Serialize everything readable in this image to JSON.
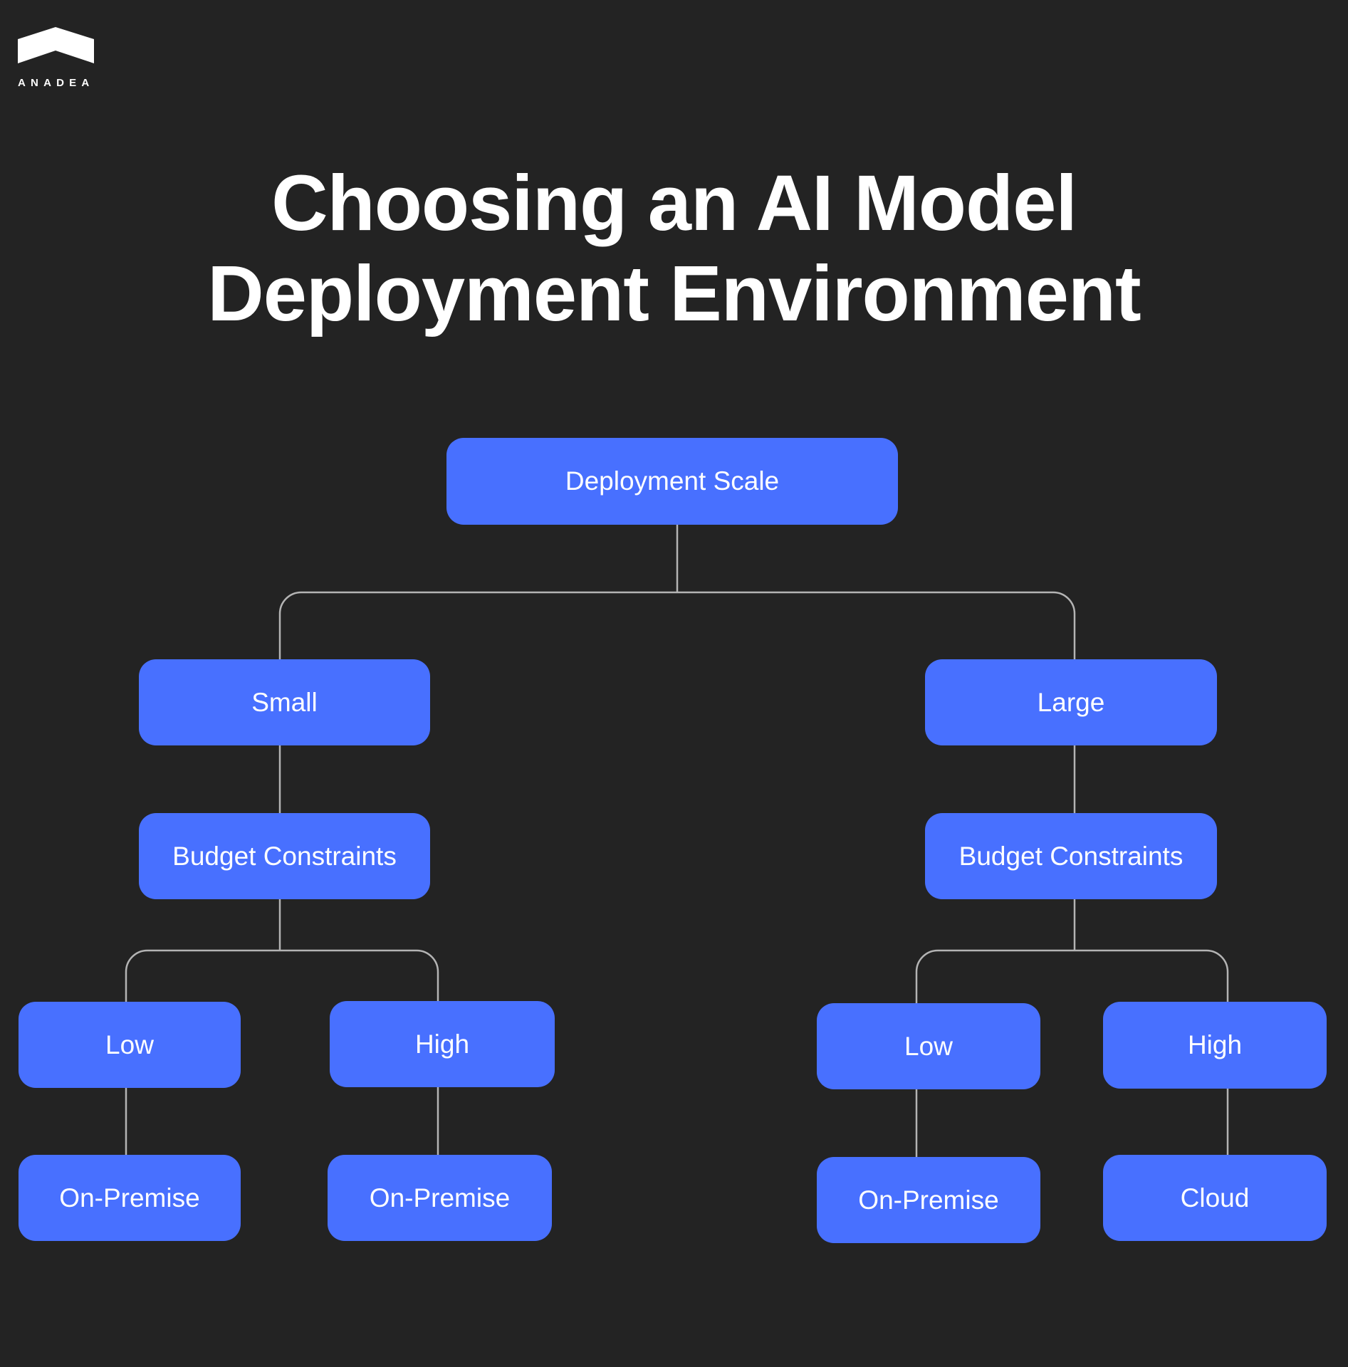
{
  "brand": {
    "name": "ANADEA",
    "logo_icon": "anadea-chevron-logo",
    "colors": {
      "background": "#232323",
      "node": "#4870FF",
      "connector": "#B4B4B4",
      "text": "#FFFFFF"
    }
  },
  "title": {
    "line1": "Choosing an AI Model",
    "line2": "Deployment Environment"
  },
  "tree": {
    "root": {
      "label": "Deployment Scale"
    },
    "small": {
      "label": "Small",
      "budget": {
        "label": "Budget Constraints"
      },
      "low": {
        "label": "Low",
        "result": "On-Premise"
      },
      "high": {
        "label": "High",
        "result": "On-Premise"
      }
    },
    "large": {
      "label": "Large",
      "budget": {
        "label": "Budget Constraints"
      },
      "low": {
        "label": "Low",
        "result": "On-Premise"
      },
      "high": {
        "label": "High",
        "result": "Cloud"
      }
    }
  }
}
